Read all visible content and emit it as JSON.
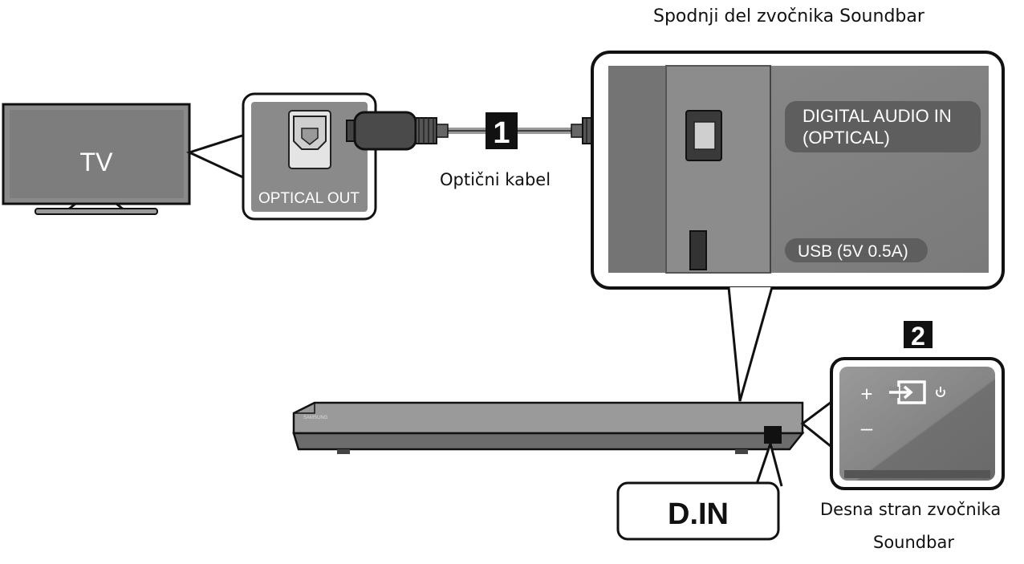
{
  "labels": {
    "tv": "TV",
    "optical_out": "OPTICAL OUT",
    "cable": "Optični kabel",
    "step1": "1",
    "step2": "2",
    "bottom_title": "Spodnji del zvočnika Soundbar",
    "digital_audio_line1": "DIGITAL AUDIO IN",
    "digital_audio_line2": "(OPTICAL)",
    "usb": "USB (5V 0.5A)",
    "din": "D.IN",
    "right_side_line1": "Desna stran zvočnika",
    "right_side_line2": "Soundbar",
    "plus": "+",
    "minus": "–",
    "brand": "SAMSUNG"
  },
  "icons": [
    "tv-icon",
    "optical-port-icon",
    "optical-plug-icon",
    "source-input-icon",
    "power-icon"
  ]
}
